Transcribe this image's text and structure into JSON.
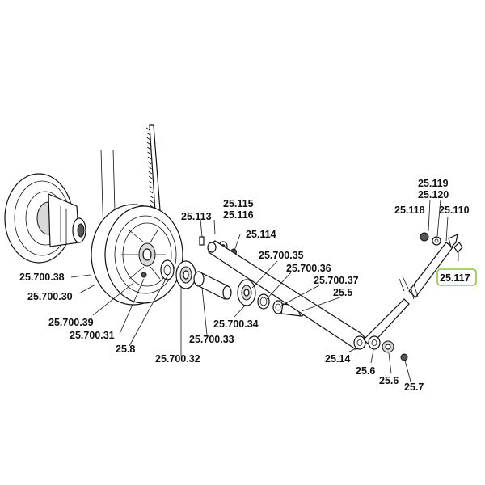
{
  "labels": {
    "l_25_113": "25.113",
    "l_25_115": "25.115",
    "l_25_116": "25.116",
    "l_25_114": "25.114",
    "l_25_700_35": "25.700.35",
    "l_25_700_36": "25.700.36",
    "l_25_700_37": "25.700.37",
    "l_25_5": "25.5",
    "l_25_119": "25.119",
    "l_25_120": "25.120",
    "l_25_118": "25.118",
    "l_25_110": "25.110",
    "l_25_117": "25.117",
    "l_25_700_38": "25.700.38",
    "l_25_700_30": "25.700.30",
    "l_25_700_39": "25.700.39",
    "l_25_700_31": "25.700.31",
    "l_25_8": "25.8",
    "l_25_700_32": "25.700.32",
    "l_25_700_33": "25.700.33",
    "l_25_700_34": "25.700.34",
    "l_25_14": "25.14",
    "l_25_6a": "25.6",
    "l_25_6b": "25.6",
    "l_25_7": "25.7"
  },
  "highlight_color": "#8cc63f"
}
